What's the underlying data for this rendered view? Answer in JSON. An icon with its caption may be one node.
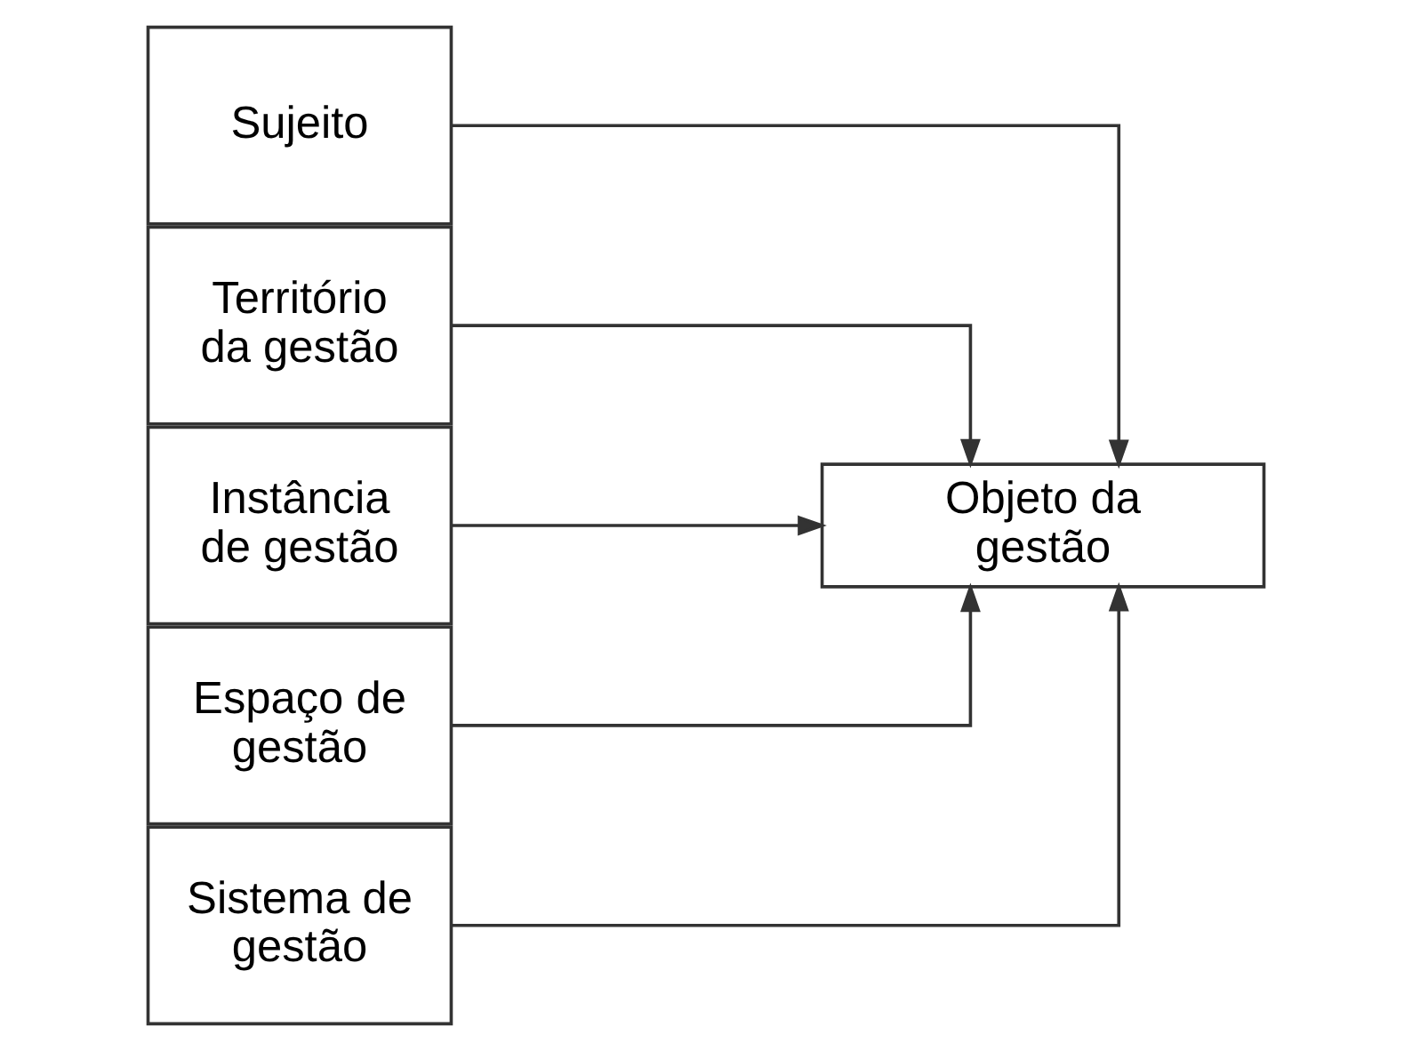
{
  "diagram": {
    "nodes": [
      {
        "text": [
          "Objeto da gestão"
        ]
      },
      {
        "text": [
          "Sujeito"
        ]
      },
      {
        "text": [
          "Território da gestão"
        ]
      },
      {
        "text": [
          "Instância de gestão"
        ]
      },
      {
        "text": [
          "Espaço de gestão"
        ]
      },
      {
        "text": [
          "Sistema de gestão"
        ]
      }
    ],
    "edges": [
      {
        "from": 1,
        "to": 0,
        "arrow": "to"
      },
      {
        "from": 2,
        "to": 0,
        "arrow": "to"
      },
      {
        "from": 3,
        "to": 0,
        "arrow": "to"
      },
      {
        "from": 4,
        "to": 0,
        "arrow": "to"
      },
      {
        "from": 5,
        "to": 0,
        "arrow": "to"
      }
    ]
  }
}
